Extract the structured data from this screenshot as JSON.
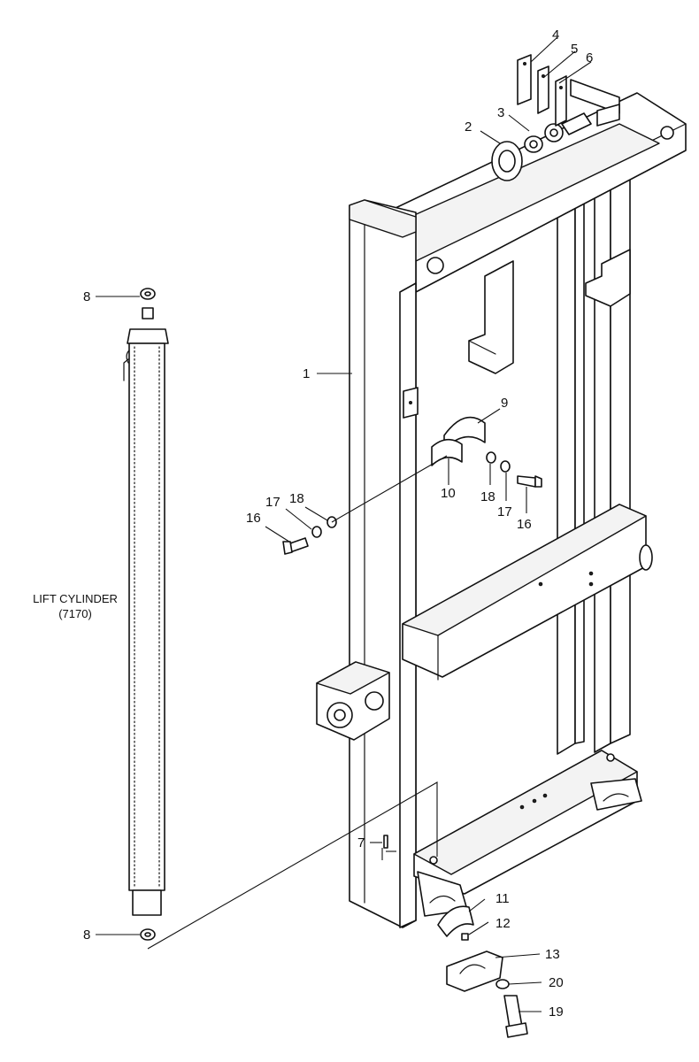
{
  "assembly": {
    "cylinder_label": "LIFT CYLINDER",
    "cylinder_code": "(7170)"
  },
  "callouts": {
    "c1": "1",
    "c2": "2",
    "c3": "3",
    "c4": "4",
    "c5": "5",
    "c6": "6",
    "c7": "7",
    "c8_top": "8",
    "c8_bottom": "8",
    "c9": "9",
    "c10": "10",
    "c11": "11",
    "c12": "12",
    "c13": "13",
    "c16_left": "16",
    "c16_right": "16",
    "c17_left": "17",
    "c17_right": "17",
    "c18_left": "18",
    "c18_right": "18",
    "c19": "19",
    "c20": "20"
  }
}
